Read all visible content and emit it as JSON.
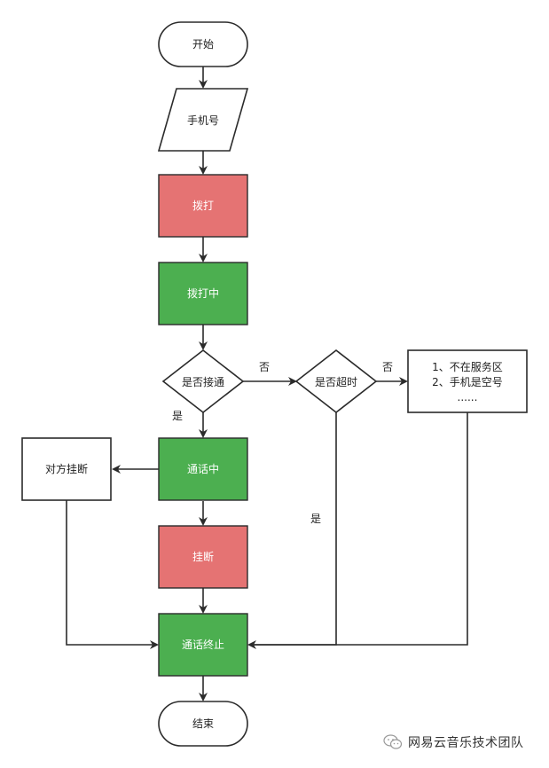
{
  "nodes": {
    "start": "开始",
    "phone": "手机号",
    "dial": "拨打",
    "dialing": "拨打中",
    "connected_q": "是否接通",
    "timeout_q": "是否超时",
    "reasons": [
      "1、不在服务区",
      "2、手机是空号",
      "......"
    ],
    "peer_hangup": "对方挂断",
    "in_call": "通话中",
    "hangup": "挂断",
    "call_end": "通话终止",
    "end": "结束"
  },
  "edges": {
    "connected_no": "否",
    "connected_yes": "是",
    "timeout_no": "否",
    "timeout_yes": "是"
  },
  "colors": {
    "red": "#e57373",
    "green": "#4caf50",
    "stroke": "#2b2b2b"
  },
  "watermark": {
    "text": "网易云音乐技术团队",
    "icon": "wechat-icon"
  }
}
